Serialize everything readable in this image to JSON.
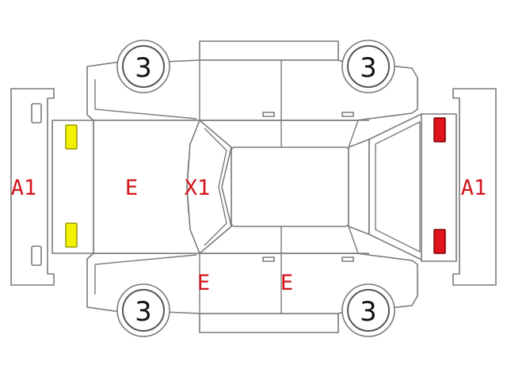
{
  "diagram": {
    "wheels": {
      "front_left": "3",
      "rear_left": "3",
      "front_right": "3",
      "rear_right": "3"
    },
    "damage_codes": {
      "front_bumper": "A1",
      "rear_bumper": "A1",
      "hood": "E",
      "windshield": "X1",
      "front_door_right": "E",
      "rear_door_right": "E"
    },
    "colors": {
      "outline": "#7a7a7a",
      "damage_text": "#d4131b",
      "headlight": "#f2f200",
      "taillight": "#e0141c"
    }
  }
}
